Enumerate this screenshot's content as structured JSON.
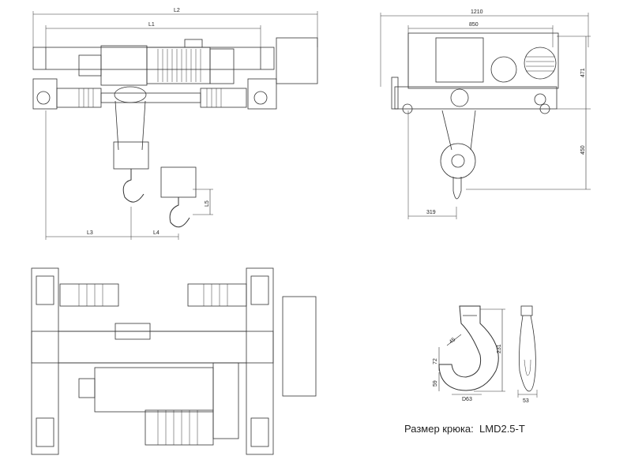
{
  "front_view": {
    "dims": {
      "l2": "L2",
      "l1": "L1",
      "l3": "L3",
      "l4": "L4",
      "l5": "L5"
    }
  },
  "side_view": {
    "dims": {
      "total_width": "1210",
      "inner_width": "850",
      "height_upper": "471",
      "height_lower": "450",
      "hook_offset": "319"
    }
  },
  "hook_detail": {
    "dims": {
      "height": "231",
      "angle": "45",
      "d72": "72",
      "d59": "59",
      "d63": "D63",
      "d53": "53"
    }
  },
  "caption": {
    "label": "Размер крюка:",
    "model": "LMD2.5-T"
  }
}
